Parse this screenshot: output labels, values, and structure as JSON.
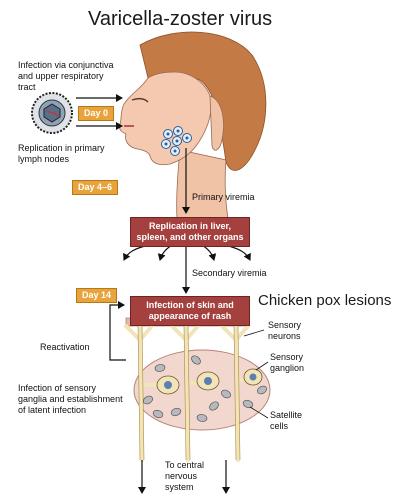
{
  "title": "Varicella-zoster virus",
  "labels": {
    "infection": "Infection via conjunctiva and upper respiratory tract",
    "replication_lymph": "Replication in primary lymph nodes",
    "primary_viremia": "Primary viremia",
    "secondary_viremia": "Secondary viremia",
    "reactivation": "Reactivation",
    "latent": "Infection of sensory ganglia and establishment of latent infection",
    "sensory_neurons": "Sensory neurons",
    "sensory_ganglion": "Sensory ganglion",
    "satellite_cells": "Satellite cells",
    "cns": "To central nervous system",
    "chicken_pox": "Chicken pox lesions"
  },
  "tags": {
    "day0": "Day 0",
    "day4_6": "Day 4–6",
    "day14": "Day 14"
  },
  "boxes": {
    "organs": "Replication in liver, spleen, and other organs",
    "skin": "Infection of skin and appearance of rash"
  },
  "colors": {
    "tag": "#e8a33a",
    "box": "#a4403e",
    "skin": "#f4c9b0",
    "hair": "#c47a45",
    "ganglion": "#f2d7cf"
  }
}
